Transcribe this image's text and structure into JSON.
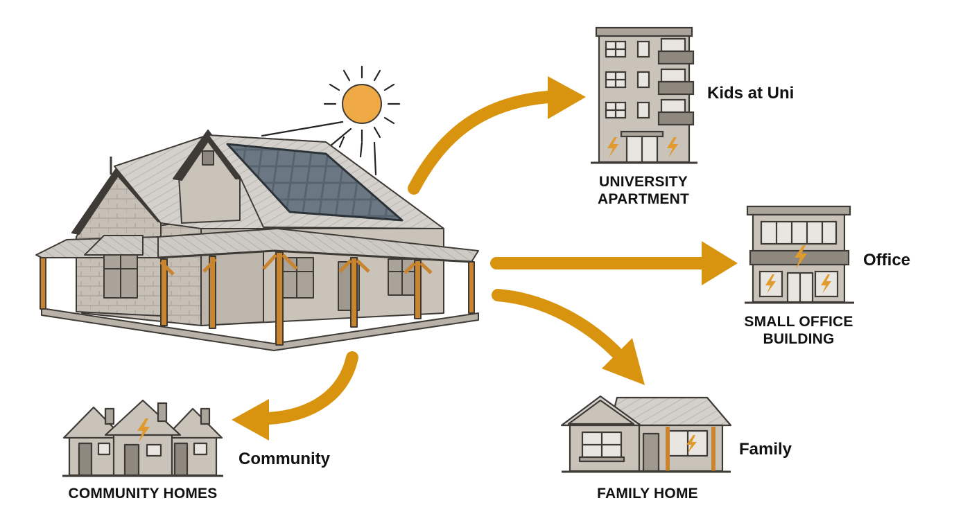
{
  "colors": {
    "arrow": "#D9940F",
    "sun": "#F0AA45",
    "bolt": "#E09A2E",
    "wall": "#C9C3BA",
    "wall_dark": "#ABA59C",
    "roof": "#D4D1CC",
    "outline": "#3E3A36",
    "panel": "#4E5A66",
    "timber": "#C9842F"
  },
  "source": {
    "icon": "house-with-solar-panels-icon"
  },
  "destinations": [
    {
      "caption": "UNIVERSITY\nAPARTMENT",
      "tag": "Kids at Uni",
      "icon": "apartment-building-icon"
    },
    {
      "caption": "SMALL OFFICE\nBUILDING",
      "tag": "Office",
      "icon": "office-building-icon"
    },
    {
      "caption": "FAMILY HOME",
      "tag": "Family",
      "icon": "family-home-icon"
    },
    {
      "caption": "COMMUNITY HOMES",
      "tag": "Community",
      "icon": "community-homes-icon"
    }
  ]
}
